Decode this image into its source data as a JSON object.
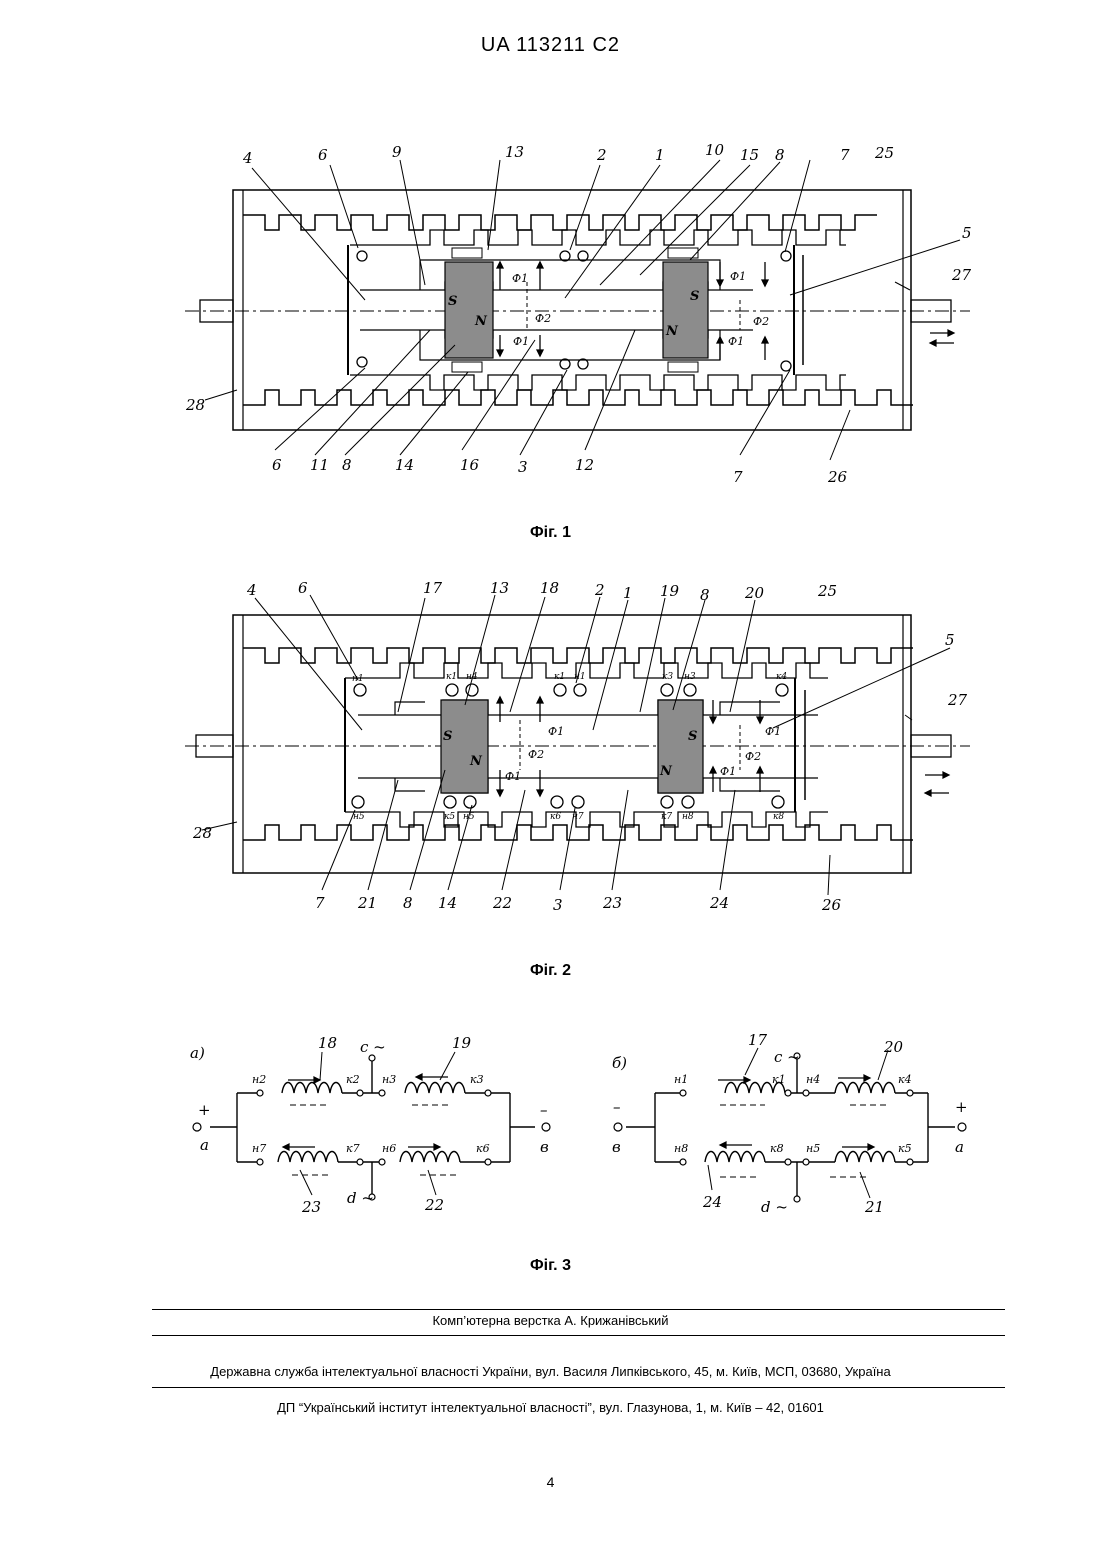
{
  "header": {
    "doc_id": "UA   113211   C2"
  },
  "fig1": {
    "caption": "Фіг. 1",
    "labels_top": [
      "4",
      "6",
      "9",
      "13",
      "2",
      "1",
      "10",
      "15",
      "8",
      "7",
      "25"
    ],
    "labels_bottom": [
      "6",
      "11",
      "8",
      "14",
      "16",
      "3",
      "12",
      "7",
      "26"
    ],
    "labels_side": [
      "5",
      "27",
      "28"
    ],
    "magnet_left_top": "S",
    "magnet_left_bottom": "N",
    "magnet_right_top": "S",
    "magnet_right_bottom": "N",
    "flux_labels": [
      "Ф1",
      "Ф2",
      "Ф1",
      "Ф2",
      "Ф1",
      "Ф1"
    ]
  },
  "fig2": {
    "caption": "Фіг. 2",
    "labels_top": [
      "4",
      "6",
      "17",
      "13",
      "18",
      "2",
      "1",
      "19",
      "8",
      "20",
      "25"
    ],
    "labels_bottom": [
      "7",
      "21",
      "8",
      "14",
      "22",
      "3",
      "23",
      "24",
      "26"
    ],
    "labels_side": [
      "5",
      "27",
      "28"
    ],
    "coil_marks_top": [
      "н1",
      "к1",
      "н4",
      "к1",
      "н1",
      "к3",
      "н3",
      "к4"
    ],
    "coil_marks_bottom": [
      "н5",
      "к5",
      "н5",
      "к6",
      "н7",
      "к7",
      "н8",
      "к8"
    ],
    "magnet_left_top": "S",
    "magnet_left_bottom": "N",
    "magnet_right_top": "S",
    "magnet_right_bottom": "N",
    "flux_labels": [
      "Ф1",
      "Ф2",
      "Ф1",
      "Ф1",
      "Ф2",
      "Ф1"
    ]
  },
  "fig3": {
    "caption": "Фіг. 3",
    "a": {
      "tag": "а)",
      "coil_numbers": [
        "18",
        "19",
        "23",
        "22"
      ],
      "marks_top": [
        "н2",
        "к2",
        "н3",
        "к3"
      ],
      "marks_bottom": [
        "н7",
        "к7",
        "н6",
        "к6"
      ],
      "terminal_top": "с ~",
      "terminal_bottom": "d ~",
      "left_sign": "+",
      "left_terminal": "а",
      "right_sign": "–",
      "right_terminal": "в"
    },
    "b": {
      "tag": "б)",
      "coil_numbers": [
        "17",
        "20",
        "24",
        "21"
      ],
      "marks_top": [
        "н1",
        "к1",
        "н4",
        "к4"
      ],
      "marks_bottom": [
        "н8",
        "к8",
        "н5",
        "к5"
      ],
      "terminal_top": "с ~",
      "terminal_bottom": "d ~",
      "left_sign": "–",
      "left_terminal": "в",
      "right_sign": "+",
      "right_terminal": "а"
    }
  },
  "footer": {
    "typesetting": "Комп’ютерна верстка А. Крижанівський",
    "agency": "Державна служба інтелектуальної власності України, вул. Василя Липківського, 45, м. Київ, МСП, 03680, Україна",
    "institute": "ДП “Український інститут інтелектуальної власності”, вул. Глазунова, 1, м. Київ – 42, 01601"
  },
  "page_number": "4"
}
